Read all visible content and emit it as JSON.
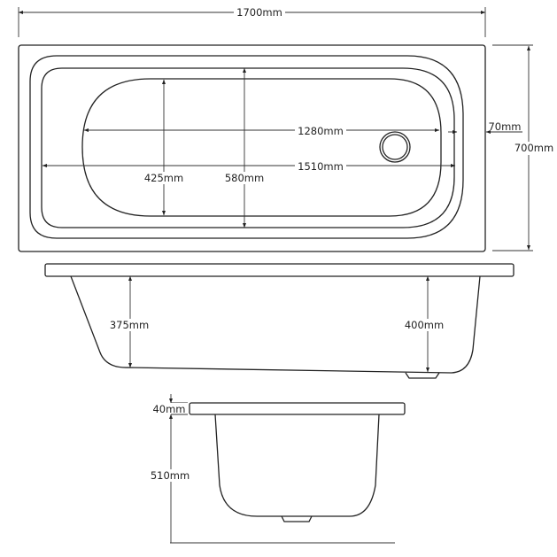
{
  "title": "Bath dimensions drawing",
  "views": {
    "plan": {
      "overall_length": "1700mm",
      "overall_width": "700mm",
      "inner_length_top": "1280mm",
      "inner_length_bottom": "1510mm",
      "rim_offset": "70mm",
      "floor_width": "425mm",
      "bowl_width": "580mm"
    },
    "side": {
      "depth_left": "375mm",
      "depth_right": "400mm"
    },
    "end": {
      "rim_thickness": "40mm",
      "height": "510mm"
    }
  }
}
